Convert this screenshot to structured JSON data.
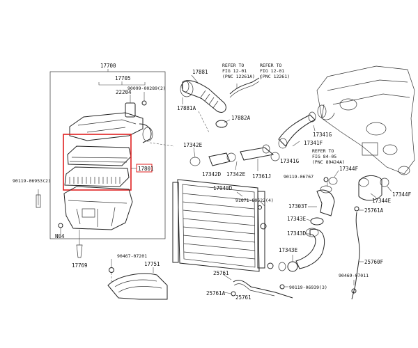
{
  "colors": {
    "highlight": "#e02020",
    "line": "#222222",
    "background": "#ffffff"
  },
  "labels": {
    "p17700": "17700",
    "p17705": "17705",
    "p22204": "22204",
    "p90099": "90099-00289(2)",
    "p17801": "17801",
    "p90119a": "90119-06953(2)",
    "pN04": "N04",
    "p17769": "17769",
    "p90467": "90467-07201",
    "p17751": "17751",
    "p17881": "17881",
    "p17881A": "17881A",
    "p17882A": "17882A",
    "ref1_l1": "REFER TO",
    "ref1_l2": "FIG 12-01",
    "ref1_l3": "(PNC 12261A)",
    "ref2_l1": "REFER TO",
    "ref2_l2": "FIG 12-01",
    "ref2_l3": "(PNC 12261)",
    "p17342E_a": "17342E",
    "p17342D": "17342D",
    "p17342E_b": "17342E",
    "p17361J": "17361J",
    "p17341G_a": "17341G",
    "p17341F": "17341F",
    "p17341G_b": "17341G",
    "ref3_l1": "REFER TO",
    "ref3_l2": "FIG 84-05",
    "ref3_l3": "(PNC 89424A)",
    "p90119b": "90119-06767",
    "p17344F_a": "17344F",
    "p17344E": "17344E",
    "p17344F_b": "17344F",
    "p17940D": "17940D",
    "p91671": "91671-80622(4)",
    "p17303T": "17303T",
    "p17343E_a": "17343E",
    "p17343D": "17343D",
    "p17343E_b": "17343E",
    "p25761A_a": "25761A",
    "p25760F": "25760F",
    "p25761": "25761",
    "p25761A_b": "25761A",
    "p90119c": "90119-06939(3)",
    "p90469": "90469-07011",
    "p25761_b": "25761"
  }
}
